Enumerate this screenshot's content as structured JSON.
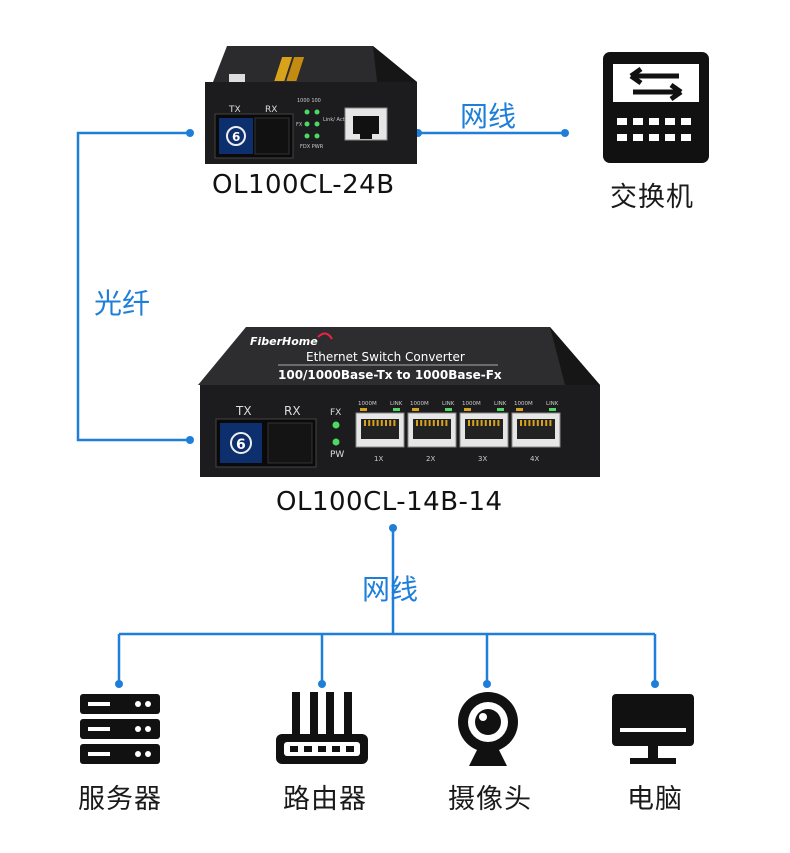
{
  "top_device": {
    "model": "OL100CL-24B",
    "port_tx": "TX",
    "port_rx": "RX",
    "led_header": "1000 100",
    "led_fx": "FX",
    "led_link_act": "Link/ Act",
    "led_fdx_pwr": "FDX PWR"
  },
  "switch_device": {
    "label": "交换机"
  },
  "cable_top_label": "网线",
  "fiber_label": "光纤",
  "main_device": {
    "model": "OL100CL-14B-14",
    "brand": "FiberHome",
    "title_line1": "Ethernet Switch Converter",
    "title_line2": "100/1000Base-Tx to 1000Base-Fx",
    "port_tx": "TX",
    "port_rx": "RX",
    "led_fx": "FX",
    "led_pw": "PW",
    "ports": [
      {
        "speed": "1000M",
        "link": "LINK",
        "num": "1X"
      },
      {
        "speed": "1000M",
        "link": "LINK",
        "num": "2X"
      },
      {
        "speed": "1000M",
        "link": "LINK",
        "num": "3X"
      },
      {
        "speed": "1000M",
        "link": "LINK",
        "num": "4X"
      }
    ]
  },
  "cable_bottom_label": "网线",
  "endpoints": [
    {
      "label": "服务器",
      "icon": "server-icon"
    },
    {
      "label": "路由器",
      "icon": "router-icon"
    },
    {
      "label": "摄像头",
      "icon": "camera-icon"
    },
    {
      "label": "电脑",
      "icon": "computer-icon"
    }
  ],
  "colors": {
    "line": "#1f7fd8",
    "device_body": "#1c1c1e",
    "led_green": "#4cd964"
  }
}
